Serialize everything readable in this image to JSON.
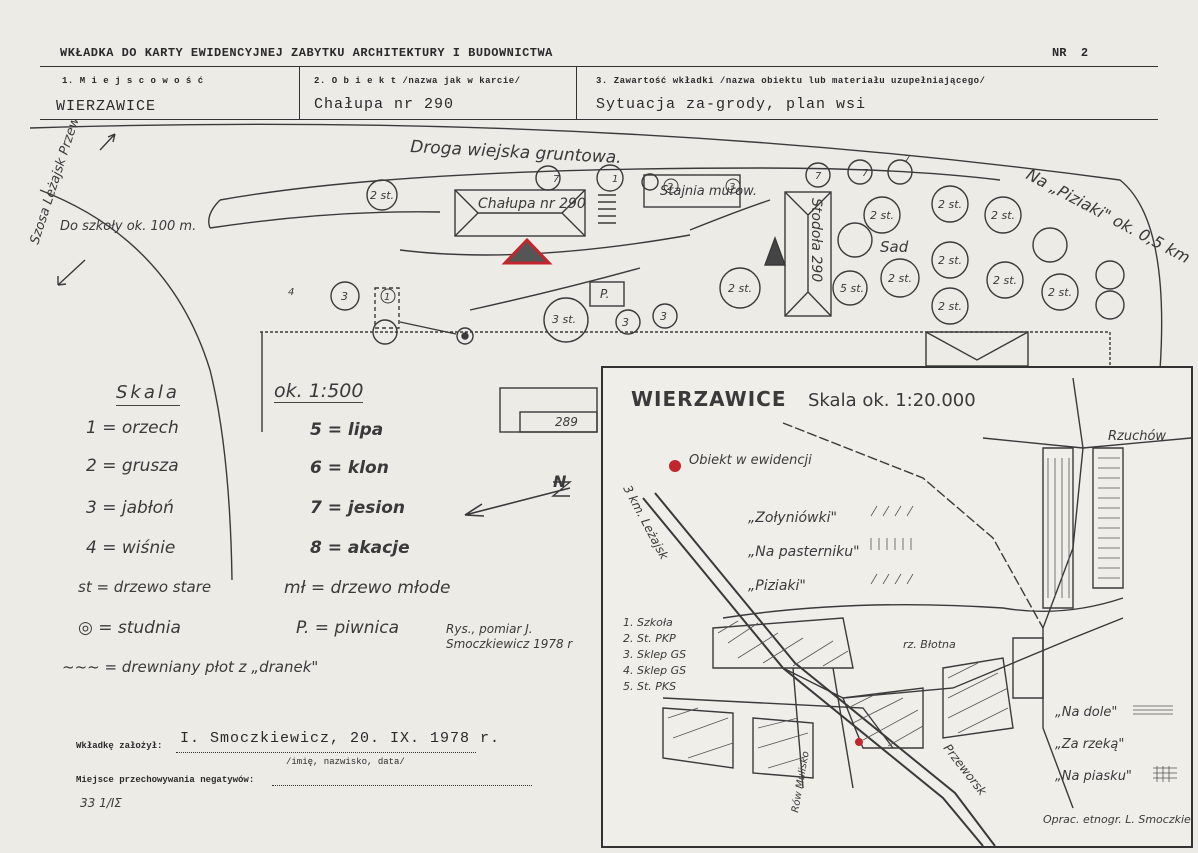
{
  "header": {
    "title": "WKŁADKA DO KARTY EWIDENCYJNEJ ZABYTKU ARCHITEKTURY I BUDOWNICTWA",
    "nr_label": "NR",
    "nr_value": "2",
    "fields": [
      {
        "label": "1. M i e j s c o w o ś ć",
        "value": "WIERZAWICE"
      },
      {
        "label": "2. O b i e k t /nazwa jak w karcie/",
        "value": "Chałupa nr 290"
      },
      {
        "label": "3. Zawartość wkładki /nazwa obiektu lub materiału uzupełniającego/",
        "value": "Sytuacja za-grody, plan wsi"
      }
    ]
  },
  "plan": {
    "road_top": "Droga wiejska gruntowa.",
    "road_left": "Szosa Leżajsk Przewo",
    "to_school": "Do szkoły ok. 100 m.",
    "to_piziaki": "Na „Piziaki\" ok. 0,5 km",
    "house": "Chałupa nr 290",
    "stable": "Stajnia murow.",
    "barn": "Stodoła 290",
    "garden": "Sad",
    "cellar": "P.",
    "neighbour": "289",
    "tree_labels": [
      "2 st.",
      "2 st.",
      "2 st.",
      "2 st.",
      "2 st.",
      "2 st.",
      "2 st.",
      "2 st.",
      "2 st.",
      "2 st.",
      "5 st.",
      "3 st.",
      "3",
      "3",
      "3",
      "4",
      "1",
      "7",
      "7",
      "7",
      "7"
    ],
    "markers": [
      "1",
      "2",
      "3"
    ]
  },
  "legend": {
    "scale_label": "Skala",
    "scale_value": "ok. 1:500",
    "items_left": [
      "1 = orzech",
      "2 = grusza",
      "3 = jabłoń",
      "4 = wiśnie",
      "st = drzewo stare",
      "◎ = studnia",
      "~~~ = drewniany płot z „dranek\""
    ],
    "items_right": [
      "5 = lipa",
      "6 = klon",
      "7 = jesion",
      "8 = akacje",
      "mł = drzewo młode",
      "P. = piwnica"
    ],
    "north": "N",
    "signature": "Rys., pomiar J. Smoczkiewicz 1978 r"
  },
  "inset": {
    "title": "WIERZAWICE",
    "scale": "Skala ok. 1:20.000",
    "object_label": "Obiekt w ewidencji",
    "fields": [
      "„Zołyniówki\"",
      "„Na pasterniku\"",
      "„Piziaki\""
    ],
    "fields_right": [
      "„Na dole\"",
      "„Za rzeką\"",
      "„Na piasku\""
    ],
    "roads": [
      "3 km. Leżajsk",
      "Rzuchów",
      "Przeworsk",
      "Rów Mulisko",
      "rz. Błotna"
    ],
    "legend_numbers": [
      "1. Szkoła",
      "2. St. PKP",
      "3. Sklep GS",
      "4. Sklep GS",
      "5. St. PKS"
    ],
    "author": "Oprac. etnogr. L. Smoczkiewicz"
  },
  "footer": {
    "author_label": "Wkładkę założył:",
    "author_value": "I. Smoczkiewicz, 20. IX. 1978 r.",
    "author_hint": "/imię, nazwisko, data/",
    "storage_label": "Miejsce przechowywania negatywów:",
    "storage_value": "33 1/ΙΣ"
  }
}
